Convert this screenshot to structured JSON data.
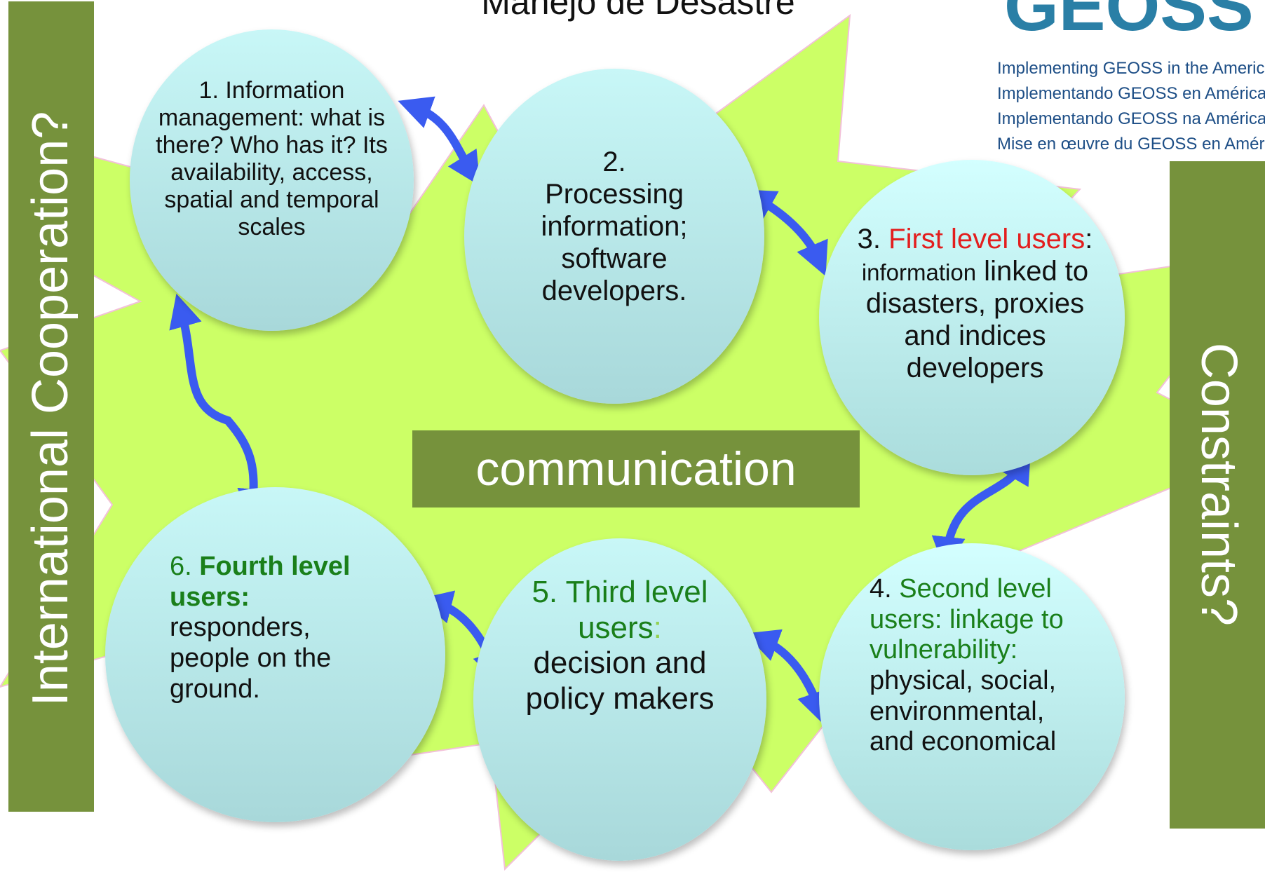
{
  "title": "Manejo de Desastre",
  "left_bar": {
    "label": "International Cooperation?"
  },
  "right_bar": {
    "label": "Constraints?"
  },
  "center_label": "communication",
  "logo": {
    "mark": "GEOSS",
    "lines": [
      "Implementing GEOSS in the Americas",
      "Implementando GEOSS en América",
      "Implementando GEOSS na América",
      "Mise en œuvre du GEOSS en Amériqu"
    ]
  },
  "nodes": {
    "n1": {
      "text": "1. Information management: what is there? Who has it? Its availability, access, spatial and temporal scales"
    },
    "n2": {
      "num": "2.",
      "text": "Processing information; software developers."
    },
    "n3": {
      "num": "3. ",
      "highlight": "First level users",
      "colon": ":",
      "small": "information",
      "rest": " linked to disasters, proxies and indices developers"
    },
    "n4": {
      "num": "4. ",
      "highlight": "Second level users: linkage to vulnerability:",
      "rest": " physical, social, environmental, and economical"
    },
    "n5": {
      "highlight": "5. Third level users",
      "colon": ":",
      "rest": "decision and policy makers"
    },
    "n6": {
      "num": "6. ",
      "highlight": "Fourth level users:",
      "rest": "responders, people on the ground."
    }
  },
  "colors": {
    "starburst": "#ccff66",
    "side_bar": "#76923c",
    "circle_top": "#cfffff",
    "circle_bottom": "#b0dce0",
    "arrow": "#3a5bf0",
    "red_text": "#e31e1e",
    "green_text": "#1a7f1a"
  }
}
